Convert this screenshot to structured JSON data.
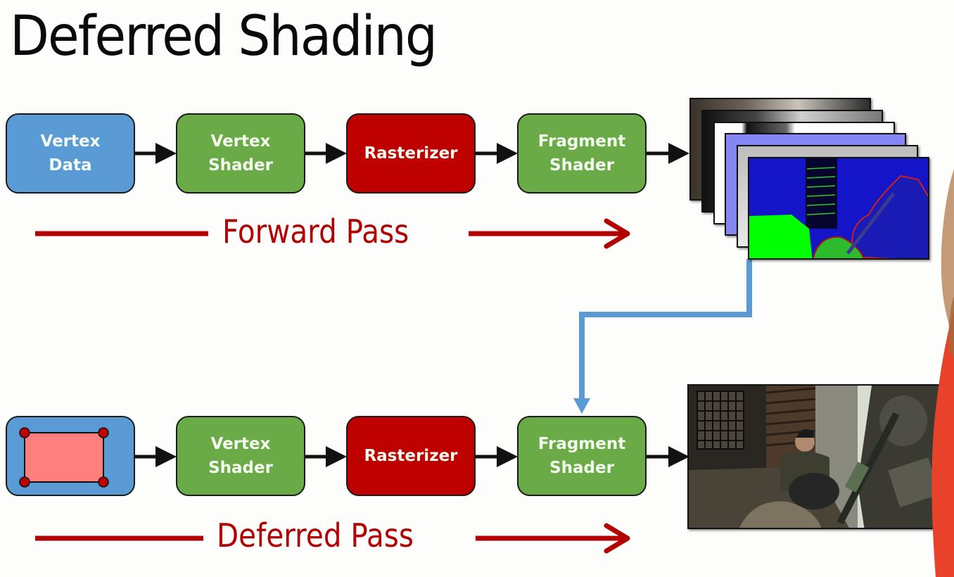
{
  "title": "Deferred Shading",
  "forward_pipeline": {
    "nodes": [
      {
        "label": "Vertex\nData",
        "color": "#5b9bd5"
      },
      {
        "label": "Vertex\nShader",
        "color": "#6aab47"
      },
      {
        "label": "Rasterizer",
        "color": "#be0000"
      },
      {
        "label": "Fragment\nShader",
        "color": "#6aab47"
      }
    ],
    "pass_label": "Forward Pass",
    "output": "G-buffer render targets (stacked images)"
  },
  "deferred_pipeline": {
    "nodes": [
      {
        "label": "",
        "icon": "screen-quad-icon",
        "color": "#5b9bd5"
      },
      {
        "label": "Vertex\nShader",
        "color": "#6aab47"
      },
      {
        "label": "Rasterizer",
        "color": "#be0000"
      },
      {
        "label": "Fragment\nShader",
        "color": "#6aab47"
      }
    ],
    "pass_label": "Deferred Pass",
    "output": "Final shaded image"
  },
  "colors": {
    "arrow_red": "#b30000",
    "connector_blue": "#5b9bd5",
    "node_blue": "#5b9bd5",
    "node_green": "#6aab47",
    "node_red": "#be0000"
  }
}
